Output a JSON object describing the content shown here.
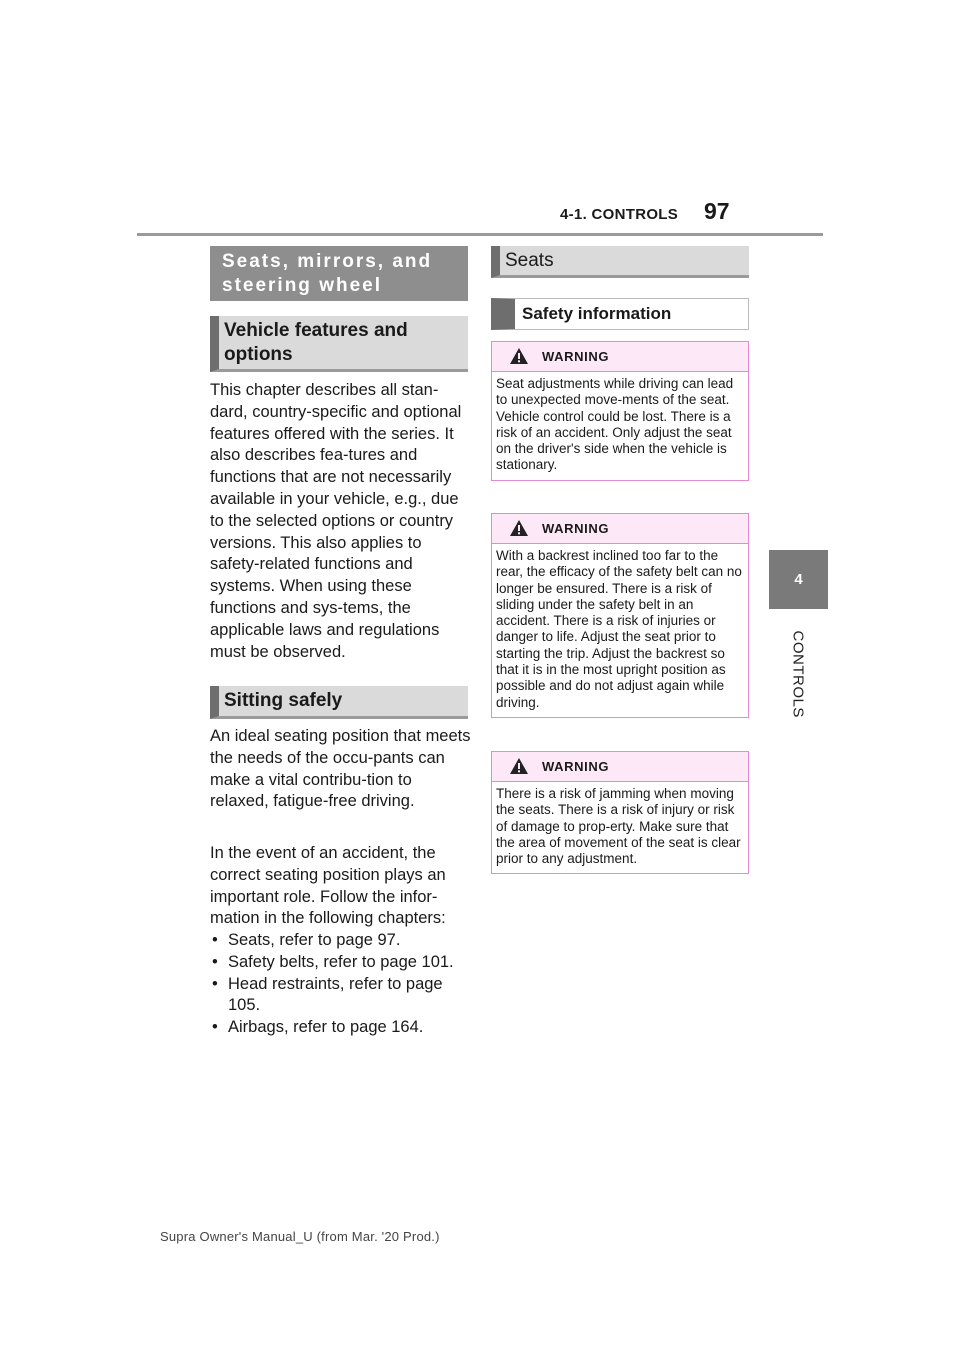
{
  "header": {
    "section": "4-1. CONTROLS",
    "page": "97"
  },
  "side_tab": {
    "number": "4",
    "label": "CONTROLS"
  },
  "left": {
    "chapter_heading": "Seats, mirrors, and steering wheel",
    "vehicle_features": {
      "heading": "Vehicle features and options",
      "text": "This chapter describes all stan-dard, country-specific and optional features offered with the series. It also describes fea-tures and functions that are not necessarily available in your vehicle, e.g., due to the selected options or country versions. This also applies to safety-related functions and systems. When using these functions and sys-tems, the applicable laws and regulations must be observed."
    },
    "sitting_safely": {
      "heading": "Sitting safely",
      "p1": "An ideal seating position that meets the needs of the occu-pants can make a vital contribu-tion to relaxed, fatigue-free driving.",
      "p2": "In the event of an accident, the correct seating position plays an important role. Follow the infor-mation in the following chapters:",
      "bullets": [
        "Seats, refer to page 97.",
        "Safety belts, refer to page 101.",
        "Head restraints, refer to page 105.",
        "Airbags, refer to page 164."
      ]
    }
  },
  "right": {
    "seats_heading": "Seats",
    "safety_heading": "Safety information",
    "warnings": [
      {
        "title": "WARNING",
        "text": "Seat adjustments while driving can lead to unexpected move-ments of the seat. Vehicle control could be lost. There is a risk of an accident. Only adjust the seat on the driver's side when the vehicle is stationary."
      },
      {
        "title": "WARNING",
        "text": "With a backrest inclined too far to the rear, the efficacy of the safety belt can no longer be ensured. There is a risk of sliding under the safety belt in an accident. There is a risk of injuries or danger to life. Adjust the seat prior to starting the trip. Adjust the backrest so that it is in the most upright position as possible and do not adjust again while driving."
      },
      {
        "title": "WARNING",
        "text": "There is a risk of jamming when moving the seats. There is a risk of injury or risk of damage to prop-erty. Make sure that the area of movement of the seat is clear prior to any adjustment."
      }
    ]
  },
  "footer": "Supra Owner's Manual_U (from Mar. '20 Prod.)",
  "icons": {
    "warning": "warning-triangle-icon"
  }
}
